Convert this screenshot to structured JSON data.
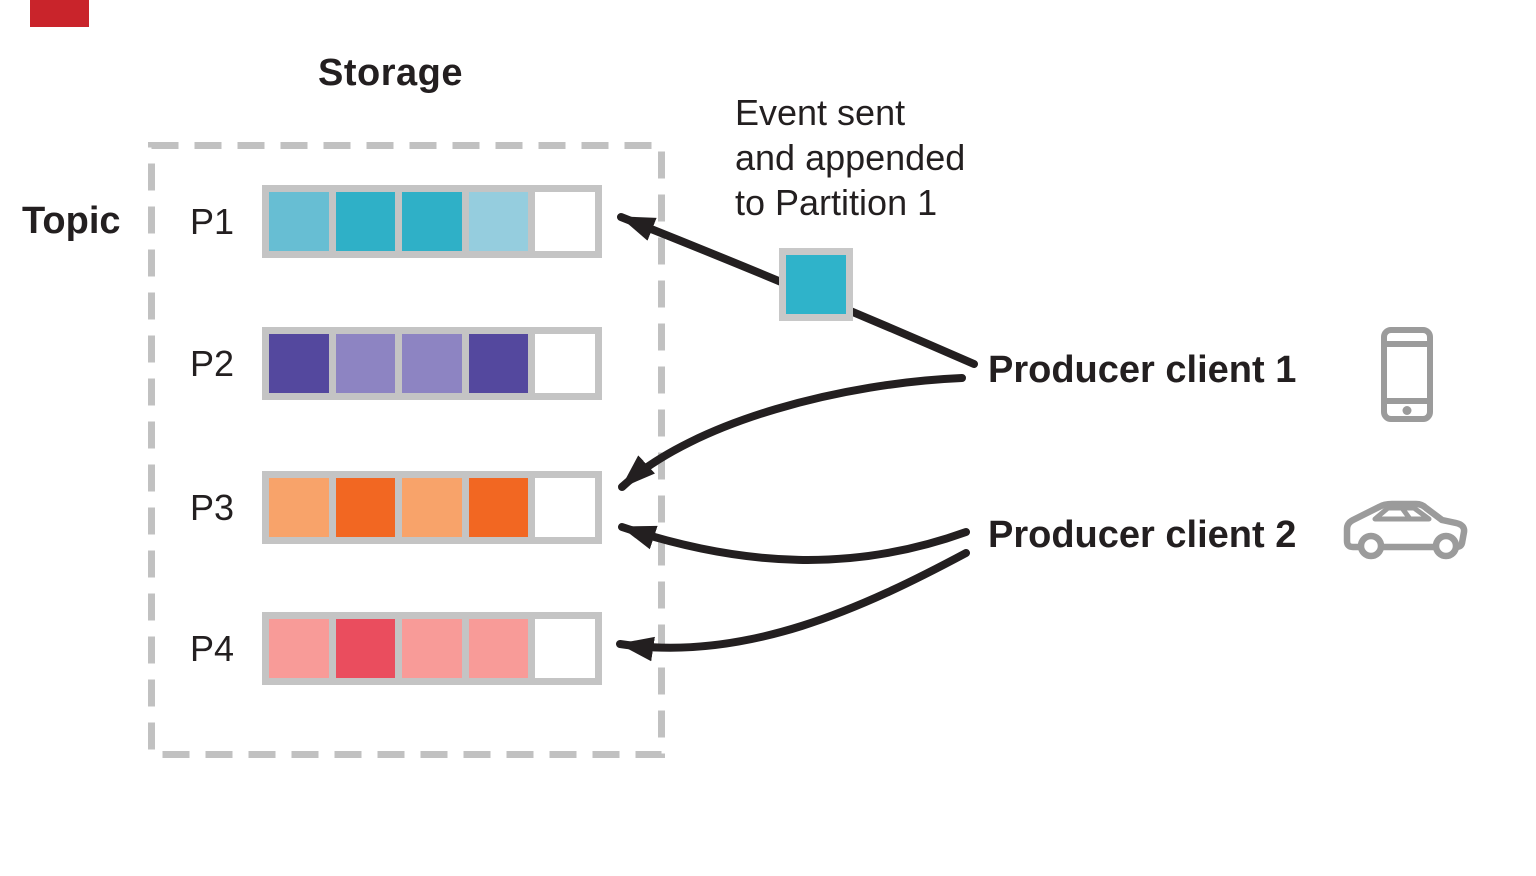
{
  "titles": {
    "storage": "Storage",
    "topic": "Topic"
  },
  "partitions": [
    {
      "id": "P1",
      "cells": [
        "#67bed3",
        "#2fb0c7",
        "#2fb0c7",
        "#95cdde",
        "#ffffff"
      ]
    },
    {
      "id": "P2",
      "cells": [
        "#54489e",
        "#8d84c2",
        "#8d84c2",
        "#54489e",
        "#ffffff"
      ]
    },
    {
      "id": "P3",
      "cells": [
        "#f8a36a",
        "#f26722",
        "#f8a36a",
        "#f26722",
        "#ffffff"
      ]
    },
    {
      "id": "P4",
      "cells": [
        "#f89b98",
        "#ea4d5e",
        "#f89b98",
        "#f89b98",
        "#ffffff"
      ]
    }
  ],
  "event": {
    "caption_lines": [
      "Event sent",
      "and appended",
      "to Partition 1"
    ],
    "color": "#2fb3ca"
  },
  "producers": [
    {
      "label": "Producer client 1",
      "icon": "phone-icon"
    },
    {
      "label": "Producer client 2",
      "icon": "car-icon"
    }
  ],
  "palette": {
    "arrow_black": "#231f20",
    "text_black": "#231f20",
    "frame_gray": "#c4c4c4",
    "dashed_border_gray": "#c1c1c1",
    "icon_gray": "#9b9b9b",
    "corner_marker_red": "#c9242b",
    "empty_cell_white": "#ffffff"
  }
}
